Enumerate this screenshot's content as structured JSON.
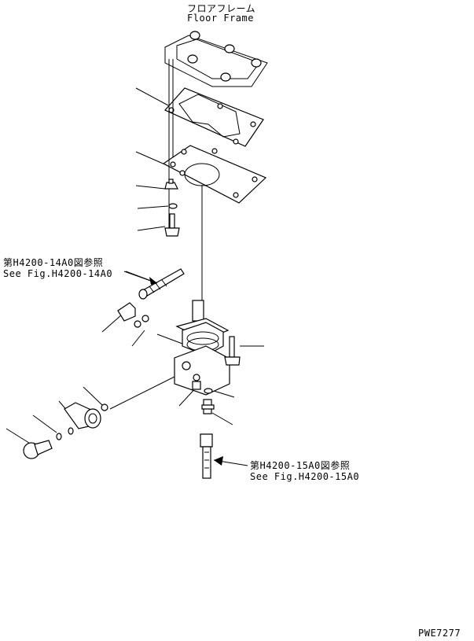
{
  "labels": {
    "floor_frame_jp": "フロアフレーム",
    "floor_frame_en": "Floor Frame",
    "ref_14a0_jp": "第H4200-14A0図参照",
    "ref_14a0_en": "See Fig.H4200-14A0",
    "ref_15a0_jp": "第H4200-15A0図参照",
    "ref_15a0_en": "See Fig.H4200-15A0",
    "drawing_code": "PWE7277"
  }
}
